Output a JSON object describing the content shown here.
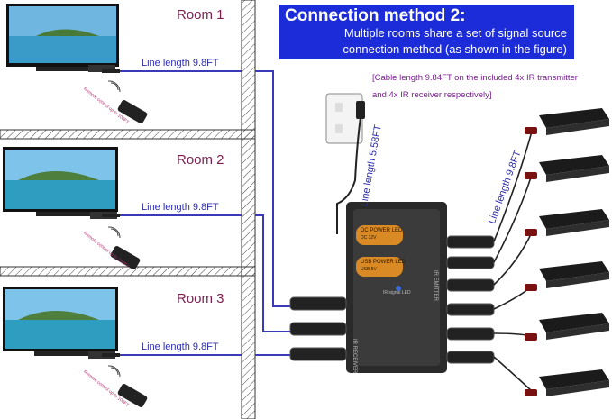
{
  "banner": {
    "title": "Connection method 2:",
    "line1": "Multiple rooms share a set of signal source",
    "line2": "connection method (as shown in the figure)"
  },
  "note": {
    "line1": "[Cable length 9.84FT on the included 4x IR transmitter",
    "line2": "and 4x IR receiver respectively]"
  },
  "rooms": [
    {
      "label": "Room 1",
      "line_length": "Line length 9.8FT",
      "remote_note": "Remote control up to 100FT"
    },
    {
      "label": "Room 2",
      "line_length": "Line length 9.8FT",
      "remote_note": "Remote control up to 100FT"
    },
    {
      "label": "Room 3",
      "line_length": "Line length 9.8FT",
      "remote_note": "Remote control up to 100FT"
    }
  ],
  "vertical_labels": {
    "power_cable": "Line length 5.58FT",
    "emitter_cable": "Line length 9.8FT"
  },
  "unit": {
    "dc_label": "DC POWER LED",
    "dc_sub": "DC 12V",
    "usb_label": "USB POWER LED",
    "usb_sub": "USB 5V",
    "ir_led": "IR signal LED",
    "receiver": "IR RECEIVER",
    "emitter": "IR EMITTER"
  },
  "colors": {
    "banner_bg": "#1c2cd8",
    "room_text": "#7a1f4f",
    "line_text": "#2f2fa8",
    "cable": "#3a3ab8",
    "note_text": "#7a1f8f"
  }
}
